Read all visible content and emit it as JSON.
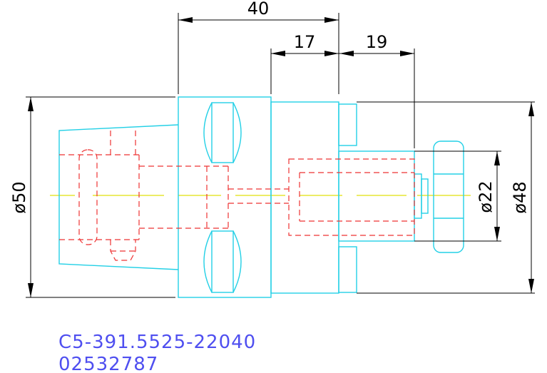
{
  "dimensions": {
    "d40": "40",
    "d17": "17",
    "d19": "19",
    "dia50": "ø50",
    "dia22": "ø22",
    "dia48": "ø48"
  },
  "part": {
    "code": "C5-391.5525-22040",
    "number": "02532787"
  },
  "colors": {
    "outline": "#23d0e6",
    "hidden": "#ee3333",
    "centerline": "#e6e633",
    "dimension": "#000000",
    "label": "#4f4ff0"
  }
}
